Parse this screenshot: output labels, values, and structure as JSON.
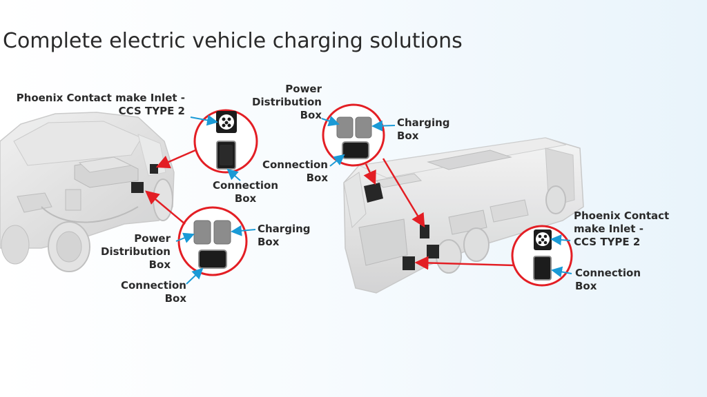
{
  "title": "Complete electric vehicle charging solutions",
  "car": {
    "inlet_label": [
      "Phoenix Contact make Inlet -",
      "CCS TYPE 2"
    ],
    "connection_label_top": [
      "Connection",
      "Box"
    ],
    "power_label": [
      "Power",
      "Distribution",
      "Box"
    ],
    "charging_label": [
      "Charging",
      "Box"
    ],
    "connection_label_bottom": [
      "Connection",
      "Box"
    ]
  },
  "bus": {
    "power_label": [
      "Power",
      "Distribution",
      "Box"
    ],
    "charging_label": [
      "Charging",
      "Box"
    ],
    "connection_label_top": [
      "Connection",
      "Box"
    ],
    "inlet_label": [
      "Phoenix Contact",
      "make Inlet -",
      "CCS TYPE 2"
    ],
    "connection_label_bottom": [
      "Connection",
      "Box"
    ]
  },
  "colors": {
    "highlight": "#e31e24",
    "pointer": "#1a9ad6",
    "component": "#1c1c1c",
    "box_grey": "#8c8c8c",
    "vehicle": "#dcdcdc"
  }
}
